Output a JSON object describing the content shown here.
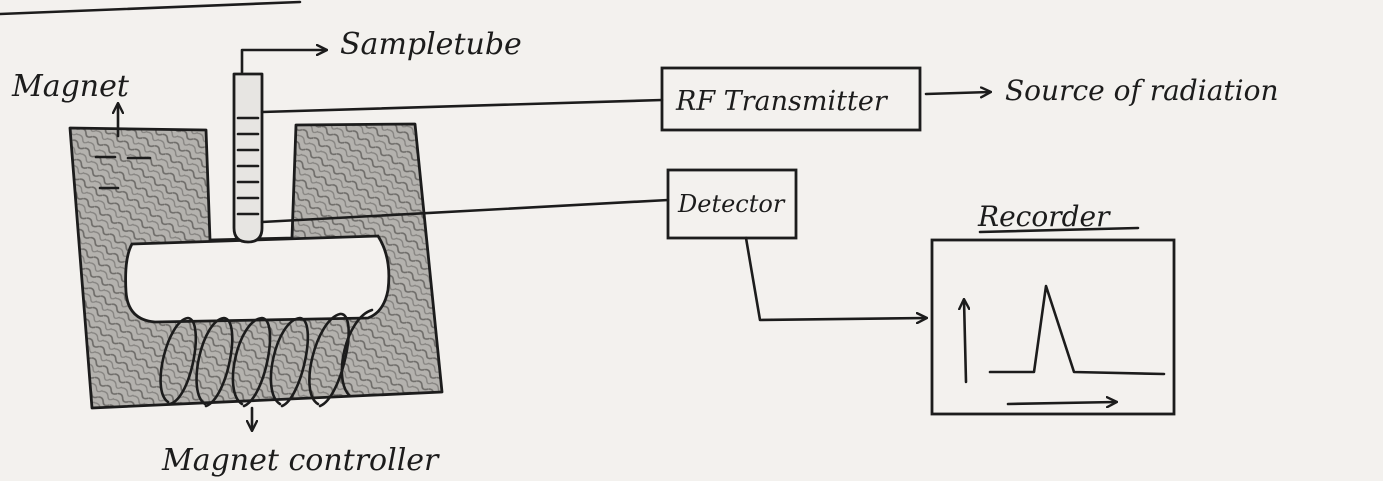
{
  "diagram": {
    "labels": {
      "magnet": "Magnet",
      "sample_tube": "Sampletube",
      "rf_transmitter": "RF Transmitter",
      "source_of_radiation": "Source of radiation",
      "detector": "Detector",
      "recorder": "Recorder",
      "magnet_controller": "Magnet controller"
    },
    "colors": {
      "ink": "#1c1c1c",
      "paper": "#f3f1ee",
      "shading": "#9a9a9a"
    }
  }
}
